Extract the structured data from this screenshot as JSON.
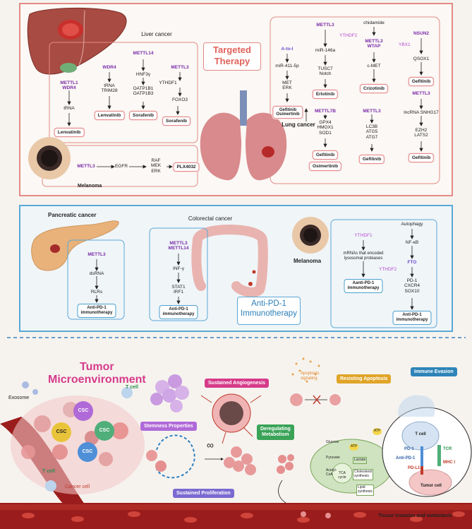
{
  "top": {
    "title": "Targeted\nTherapy",
    "liver": {
      "label": "Liver cancer",
      "p1": {
        "a": "METTL1\nWDR4",
        "b": "tRNA",
        "drug": "Lenvatinib"
      },
      "p2": {
        "a": "WDR4",
        "b": "tRNA\nTRIM28",
        "drug": "Lenvatinib"
      },
      "p3": {
        "a": "METTL14",
        "b": "HNF3γ",
        "c": "OATP1B1\nOATP1B3",
        "drug": "Sorafenib"
      },
      "p4": {
        "a": "METTL3",
        "b": "YTHDF1",
        "c": "FOXO3",
        "drug": "Sorafenib"
      }
    },
    "melanoma": {
      "label": "Melanoma",
      "a": "METTL3",
      "b": "EGFR",
      "c": "RAF\nMEK\nERK",
      "drug": "PLX4032"
    },
    "lung": {
      "label": "Lung cancer",
      "q1": {
        "a": "A-to-I",
        "b": "miR-411-5p",
        "c": "MET\nERK",
        "d1": "Gefitinib",
        "d2": "Osimertinib"
      },
      "q2": {
        "a": "METTL3",
        "y": "YTHDF2",
        "b": "miR-146a",
        "c": "TUSC7\nNotch",
        "drug": "Erlotinib"
      },
      "q3": {
        "pre": "chidamide",
        "a": "METTL3\nWTAP",
        "b": "c-MET",
        "drug": "Crizotinib"
      },
      "q4": {
        "a": "NSUN2",
        "y": "YBX1",
        "b": "QSOX1",
        "drug": "Gefitinib"
      },
      "q5": {
        "a": "METTL7B",
        "b": "GPX4\nHMOX1\nSOD1",
        "d1": "Gefitinib",
        "d2": "Osimertinib"
      },
      "q6": {
        "a": "METTL3",
        "b": "LC3B\nATG5\nATG7",
        "drug": "Gefitinib"
      },
      "q7": {
        "a": "METTL3",
        "b": "lncRNA SNHG17",
        "c": "EZH2\nLATS2",
        "drug": "Gefitinib"
      }
    }
  },
  "middle": {
    "title": "Anti-PD-1\nImmunotherapy",
    "pancreatic": {
      "label": "Pancreatic cancer",
      "a": "METTL3",
      "b": "dsRNA",
      "c": "RLRs",
      "box": "Anti-PD-1\nimmunotherapy"
    },
    "colorectal": {
      "label": "Colorectal cancer",
      "a": "METTL3\nMETTL14",
      "b": "INF-γ",
      "c": "STAT1\nIRF1",
      "box": "Anti-PD-1\nimmunotherapy"
    },
    "melanoma": {
      "label": "Melanoma",
      "a": "YTHDF1",
      "b": "mRNAs that encoded\nlysosomal proteases",
      "box1": "Aanti-PD-1\nimmunotherapy",
      "c": "Autophagy",
      "d": "NF-κB",
      "e": "FTO",
      "f": "YTHDF2",
      "g": "PD-1\nCXCR4\nSOX10",
      "box2": "Anti-PD-1\nimmunotherapy"
    }
  },
  "bottom": {
    "title": "Tumor\nMicroenvironment",
    "exosome": "Exosome",
    "tcell": "T cell",
    "tcell2": "T cell",
    "cancer_cell": "Cancer cell",
    "csc": [
      "CSC",
      "CSC",
      "CSC",
      "CSC"
    ],
    "hallmarks": {
      "angiogenesis": "Sustained Angiogenesis",
      "apoptosis": "Resisting Apoptosis",
      "apoptosis_signal": "Apoptosis\nsignaling",
      "immune": "Immune Evasion",
      "stemness": "Stemness Properties",
      "metabolism": "Deregulating\nMetabolism",
      "proliferation": "Sustained Proliferation",
      "invasion": "Tissue invasion and metastasis"
    },
    "metab": {
      "glucose": "Glucose",
      "atp": "ATP",
      "pyruvate": "Pyruvate",
      "lactate": "Lactate",
      "acetyl": "Acetyl-\nCoA",
      "chol": "Cholesterol\nsynthesis",
      "tca": "TCA\ncycle",
      "lipid": "Lipid\nsynthesis"
    },
    "immune_parts": {
      "tcell": "T cell",
      "pd1": "PD-1",
      "antipd1": "Anti-PD-1",
      "tcr": "TCR",
      "mhc": "MHC I",
      "pdl1": "PD-L1",
      "tumor": "Tumor cell"
    },
    "infinity": "∞"
  },
  "colors": {
    "red_border": "#e38b84",
    "blue_border": "#5aa8d6",
    "bg": "#f6f3ef",
    "purple": "#7a2ba8"
  }
}
